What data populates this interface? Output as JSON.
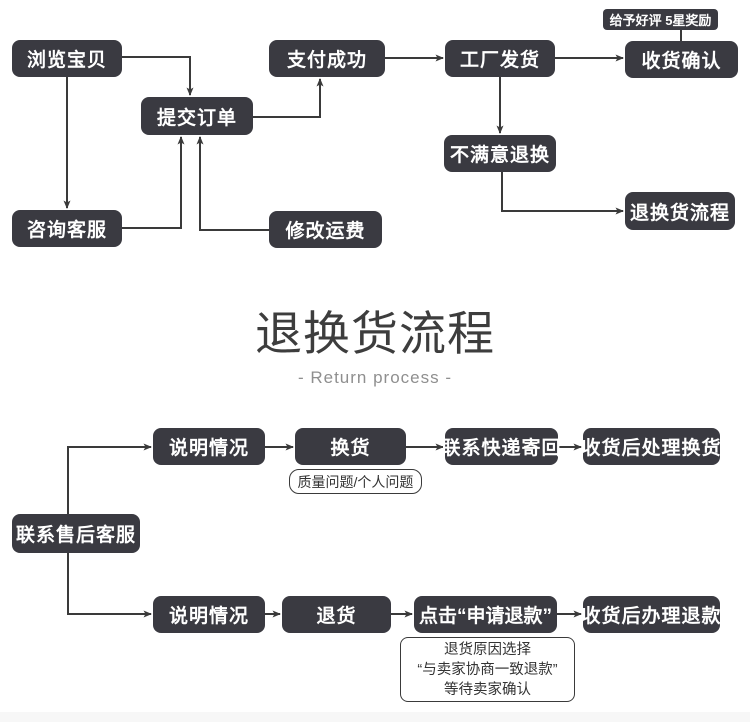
{
  "title": {
    "heading": "退换货流程",
    "subheading": "- Return process -"
  },
  "top_flow": {
    "nodes": {
      "browse": "浏览宝贝",
      "submit": "提交订单",
      "pay": "支付成功",
      "factory": "工厂发货",
      "confirm": "收货确认",
      "reward": "给予好评 5星奖励",
      "unsatisfied": "不满意退换",
      "consult": "咨询客服",
      "shipping": "修改运费",
      "return_entry": "退换货流程"
    }
  },
  "return_flow": {
    "nodes": {
      "contact": "联系售后客服",
      "explain1": "说明情况",
      "exchange": "换货",
      "courier": "联系快递寄回",
      "handle_exchange": "收货后处理换货",
      "explain2": "说明情况",
      "return_goods": "退货",
      "refund_click": "点击“申请退款”",
      "handle_refund": "收货后办理退款"
    },
    "labels": {
      "reason_tag": "质量问题/个人问题",
      "note_line1": "退货原因选择",
      "note_line2": "“与卖家协商一致退款”",
      "note_line3": "等待卖家确认"
    }
  },
  "colors": {
    "background": "#ffffff",
    "node_bg": "#3a3a41",
    "node_text": "#ffffff",
    "line": "#3a3a3a",
    "title_text": "#3d3d3d",
    "subtitle_text": "#8f8f8f",
    "tag_border": "#3a3a3a",
    "tag_text": "#333333",
    "footer_strip": "#f7f7f7"
  }
}
